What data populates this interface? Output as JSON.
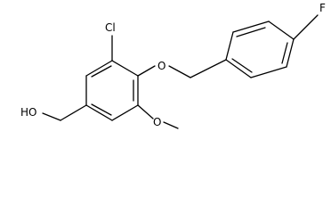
{
  "diagram": {
    "labels": {
      "chlorine": "Cl",
      "ether_oxygen": "O",
      "fluorine": "F",
      "hydroxyl": "HO",
      "methoxy_oxygen": "O"
    }
  }
}
